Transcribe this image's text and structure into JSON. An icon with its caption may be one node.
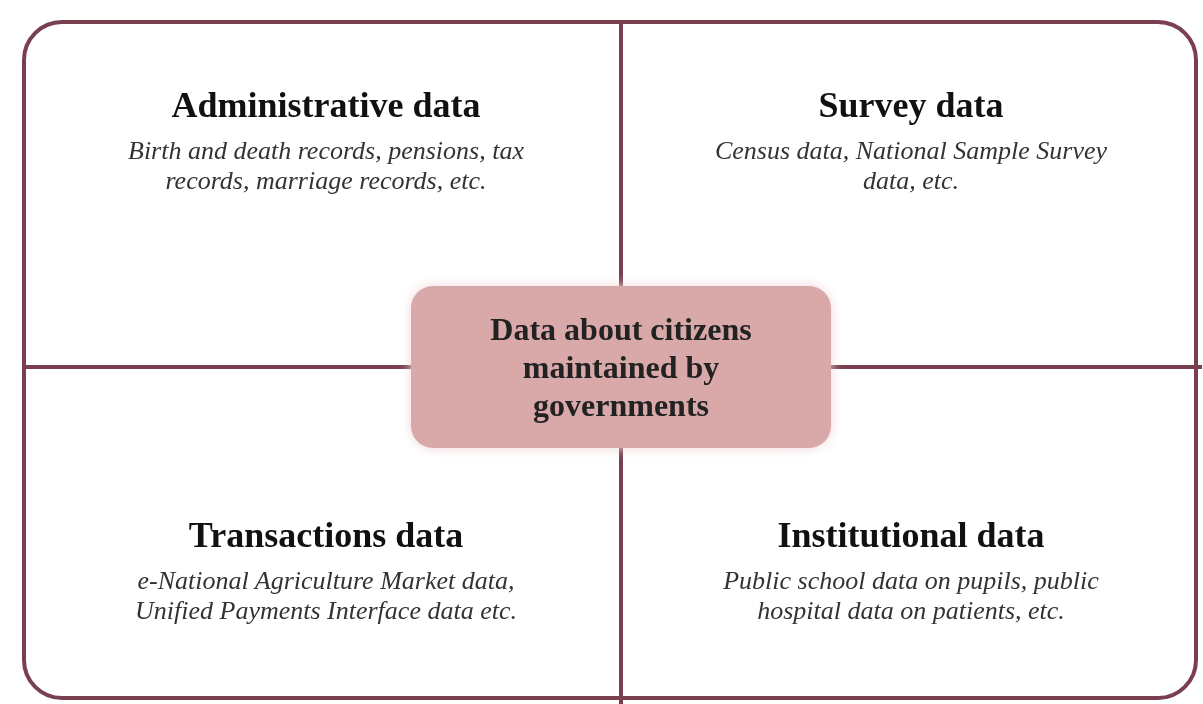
{
  "diagram": {
    "nodes": [
      {
        "text": [],
        "shape": "box"
      },
      {
        "text": [
          "Administrative data",
          "Birth and death records, pensions, tax records, marriage records, etc."
        ],
        "in": 0
      },
      {
        "text": [
          "Survey data",
          "Census data, National Sample Survey data, etc."
        ],
        "in": 0
      },
      {
        "text": [
          "Data about citizens maintained by governments"
        ],
        "in": 0
      },
      {
        "text": [
          "Transactions data",
          "e-National Agriculture Market data, Unified Payments Interface data etc."
        ],
        "in": 0
      },
      {
        "text": [
          "Institutional data",
          "Public school data on pupils, public hospital data on patients, etc."
        ],
        "in": 0
      }
    ]
  }
}
